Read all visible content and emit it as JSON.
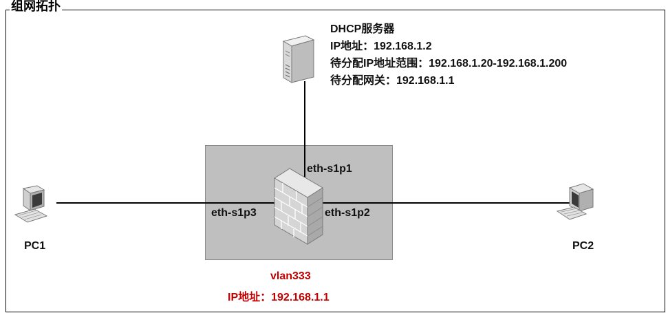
{
  "title": "组网拓扑",
  "server": {
    "name": "DHCP服务器",
    "ip": "IP地址：192.168.1.2",
    "pool": "待分配IP地址范围：192.168.1.20-192.168.1.200",
    "gateway": "待分配网关：192.168.1.1"
  },
  "firewall": {
    "ports": {
      "p1": "eth-s1p1",
      "p2": "eth-s1p2",
      "p3": "eth-s1p3"
    }
  },
  "vlan": {
    "name": "vlan333",
    "ip": "IP地址：192.168.1.1"
  },
  "hosts": {
    "pc1": "PC1",
    "pc2": "PC2"
  },
  "colors": {
    "vlan_box": "#bfbfbf",
    "vlan_text": "#c00000",
    "link": "#000000"
  }
}
